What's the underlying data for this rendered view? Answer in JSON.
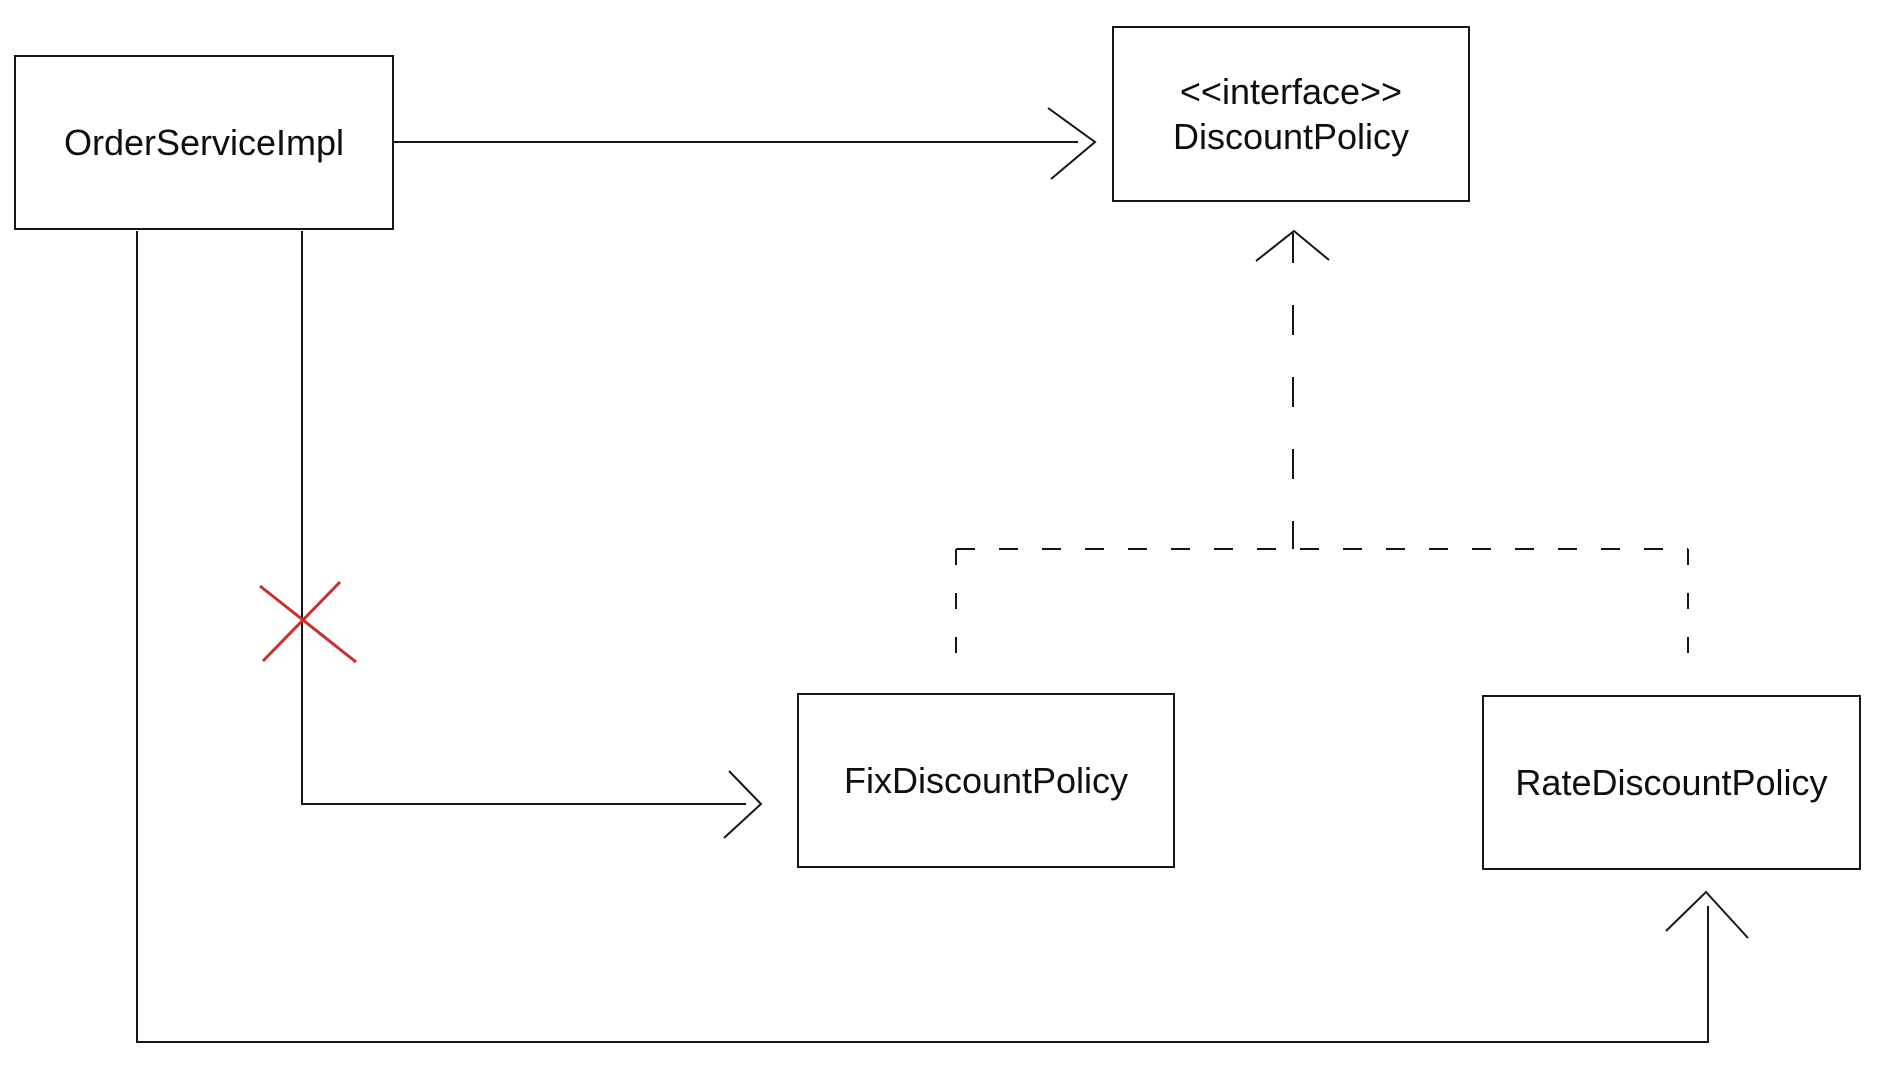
{
  "diagram": {
    "type": "uml-class-diagram",
    "background": "#ffffff",
    "colors": {
      "line": "#161616",
      "node_border": "#161616",
      "node_fill": "#ffffff",
      "text": "#0f0f0f",
      "error_cross": "#cc2f28"
    },
    "nodes": [
      {
        "name": "OrderServiceImpl",
        "stereotype": "",
        "label": "OrderServiceImpl"
      },
      {
        "name": "DiscountPolicy",
        "stereotype": "<<interface>>",
        "label": "DiscountPolicy"
      },
      {
        "name": "FixDiscountPolicy",
        "stereotype": "",
        "label": "FixDiscountPolicy"
      },
      {
        "name": "RateDiscountPolicy",
        "stereotype": "",
        "label": "RateDiscountPolicy"
      }
    ],
    "edges": [
      {
        "from": "OrderServiceImpl",
        "to": "DiscountPolicy",
        "line": "solid",
        "arrowhead": "open",
        "meaning": "dependency"
      },
      {
        "from": "OrderServiceImpl",
        "to": "FixDiscountPolicy",
        "line": "solid",
        "arrowhead": "open",
        "meaning": "dependency",
        "annotation": "crossed-out-red-x"
      },
      {
        "from": "OrderServiceImpl",
        "to": "RateDiscountPolicy",
        "line": "solid",
        "arrowhead": "open",
        "meaning": "dependency",
        "route": "around-bottom"
      },
      {
        "from": "FixDiscountPolicy",
        "to": "DiscountPolicy",
        "line": "dashed",
        "arrowhead": "open",
        "meaning": "realization"
      },
      {
        "from": "RateDiscountPolicy",
        "to": "DiscountPolicy",
        "line": "dashed",
        "arrowhead": "open",
        "meaning": "realization"
      }
    ]
  }
}
